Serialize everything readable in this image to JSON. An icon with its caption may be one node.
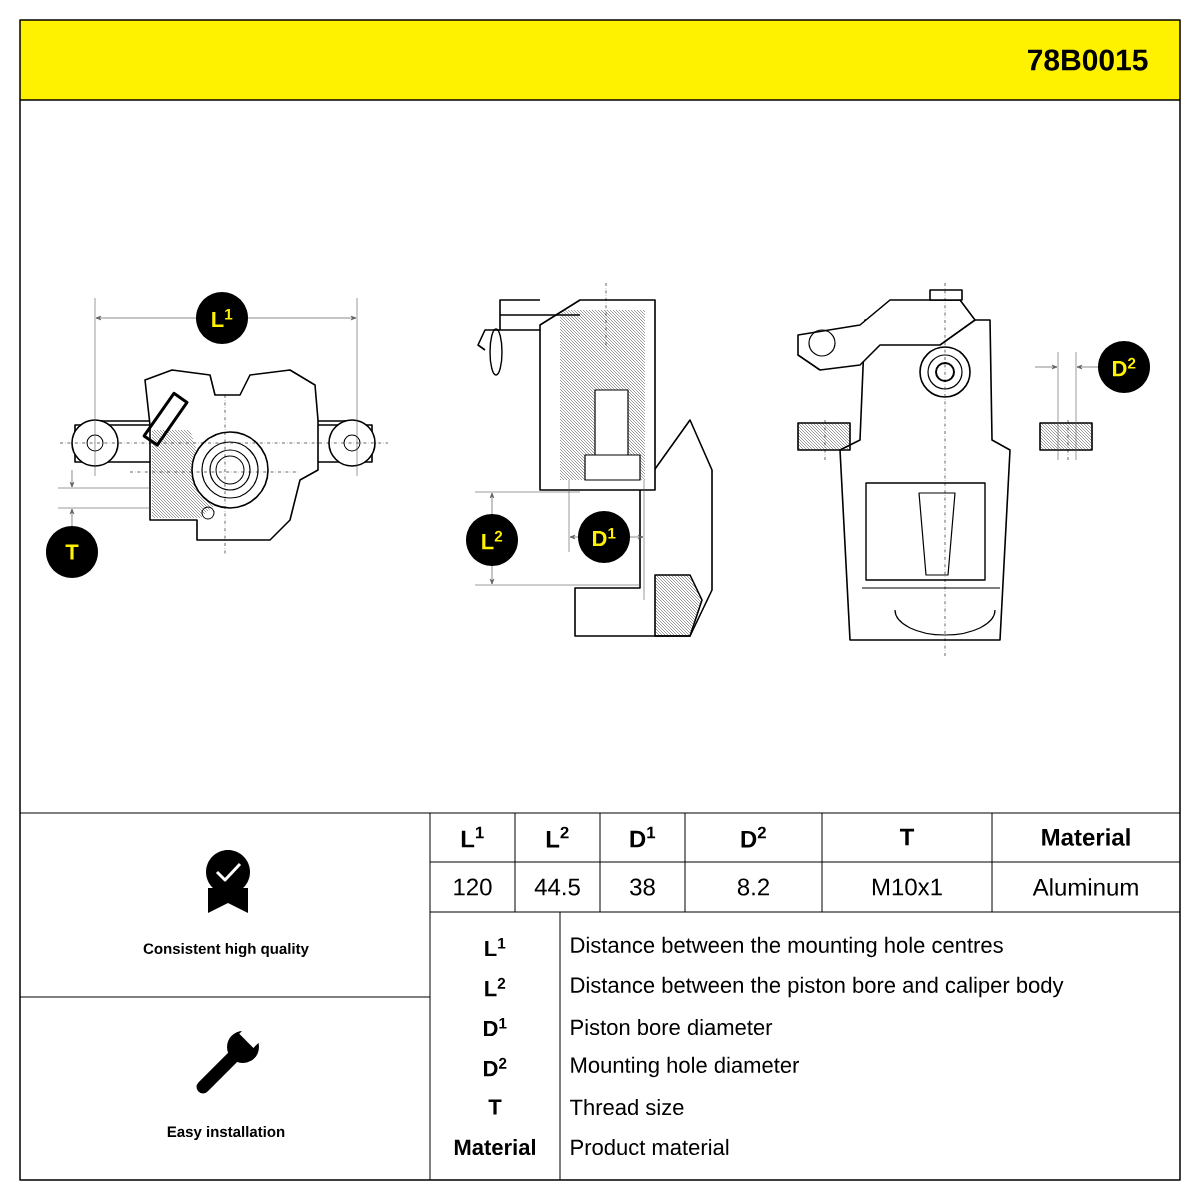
{
  "diagram": {
    "title": "78B0015",
    "nodes": [
      {
        "text": [
          "L$^{1}$"
        ]
      },
      {
        "text": [
          "T"
        ]
      },
      {
        "text": [
          "L$^{2}$"
        ]
      },
      {
        "text": [
          "D$^{1}$"
        ]
      },
      {
        "text": [
          "D$^{2}$"
        ]
      }
    ],
    "labels": [
      "L$^{1}$",
      "L$^{2}$",
      "D$^{1}$",
      "D$^{2}$",
      "T",
      "Material",
      "120",
      "44.5",
      "38",
      "8.2",
      "M10x1",
      "Aluminum",
      "L$^{1}$",
      "Distance between the mounting hole centres",
      "L$^{2}$",
      "Distance between the piston bore and caliper body",
      "D$^{1}$",
      "Piston bore diameter",
      "D$^{2}$",
      "Mounting hole diameter",
      "T",
      "Thread size",
      "Material",
      "Product material",
      "Consistent high quality",
      "Easy installation"
    ]
  }
}
